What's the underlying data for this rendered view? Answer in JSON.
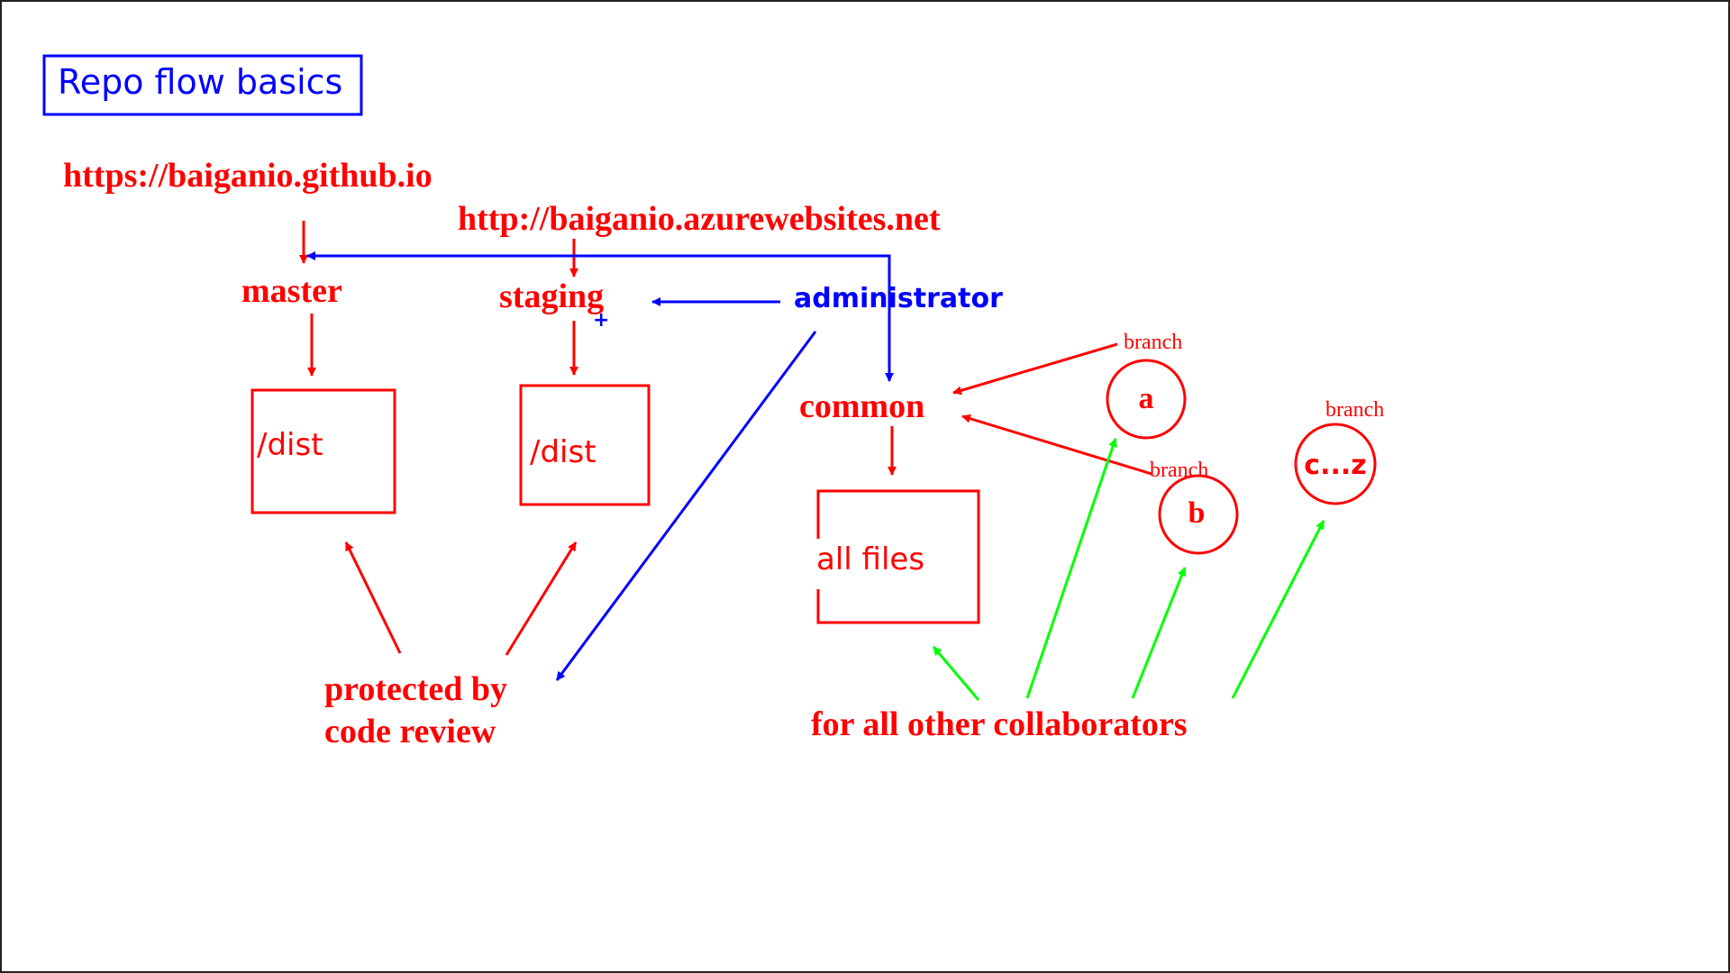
{
  "title": "Repo flow basics",
  "urls": {
    "github": "https://baiganio.github.io",
    "azure": "http://baiganio.azurewebsites.net"
  },
  "branches": {
    "master": "master",
    "staging": "staging",
    "common": "common",
    "administrator": "administrator"
  },
  "folders": {
    "master_dist": "/dist",
    "staging_dist": "/dist",
    "common_files": "all files"
  },
  "notes": {
    "protected_line1": "protected by",
    "protected_line2": "code review",
    "collaborators": "for all other collaborators",
    "plus": "+"
  },
  "feature_branches": [
    {
      "name": "a",
      "label": "branch"
    },
    {
      "name": "b",
      "label": "branch"
    },
    {
      "name": "c...z",
      "label": "branch"
    }
  ],
  "colors": {
    "red": "#ff0000",
    "blue": "#0000ff",
    "green": "#00ff00",
    "frame": "#222222"
  }
}
